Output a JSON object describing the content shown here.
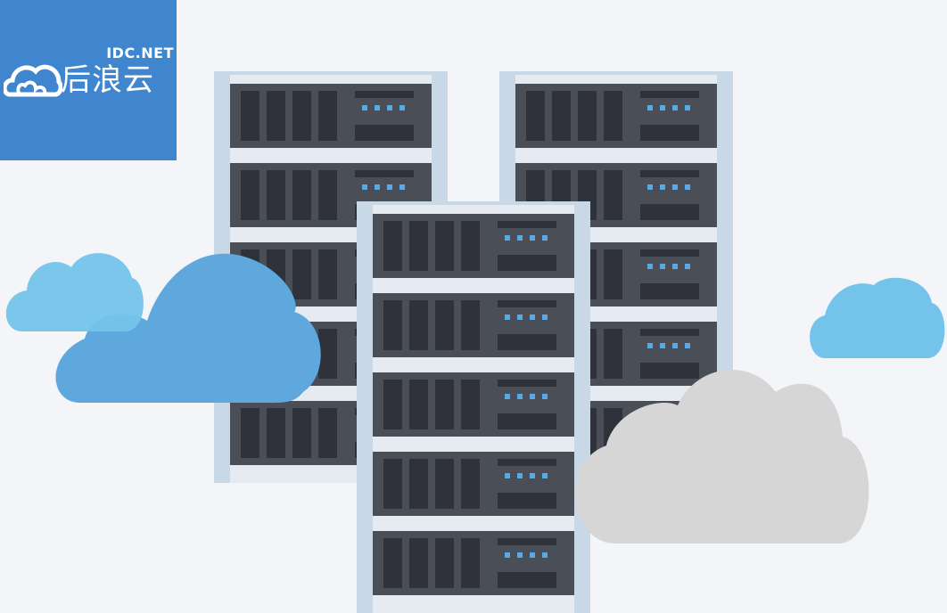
{
  "logo": {
    "domain": "IDC.NET",
    "brand": "后浪云",
    "icon": "cloud-logo-icon",
    "background_color": "#3f86cf"
  },
  "illustration": {
    "server_racks": 3,
    "units_per_rack": [
      5,
      5,
      5
    ],
    "colors": {
      "background": "#f4f5f9",
      "rack_frame": "#c9d8e6",
      "rack_body": "#e6ebf1",
      "server_unit": "#4a4e57",
      "drive_slot": "#2f323a",
      "led": "#5aa8e6",
      "cloud_blue": "#5fa8dd",
      "cloud_light_blue": "#74c3ea",
      "cloud_grey": "#d6d6d6"
    }
  }
}
